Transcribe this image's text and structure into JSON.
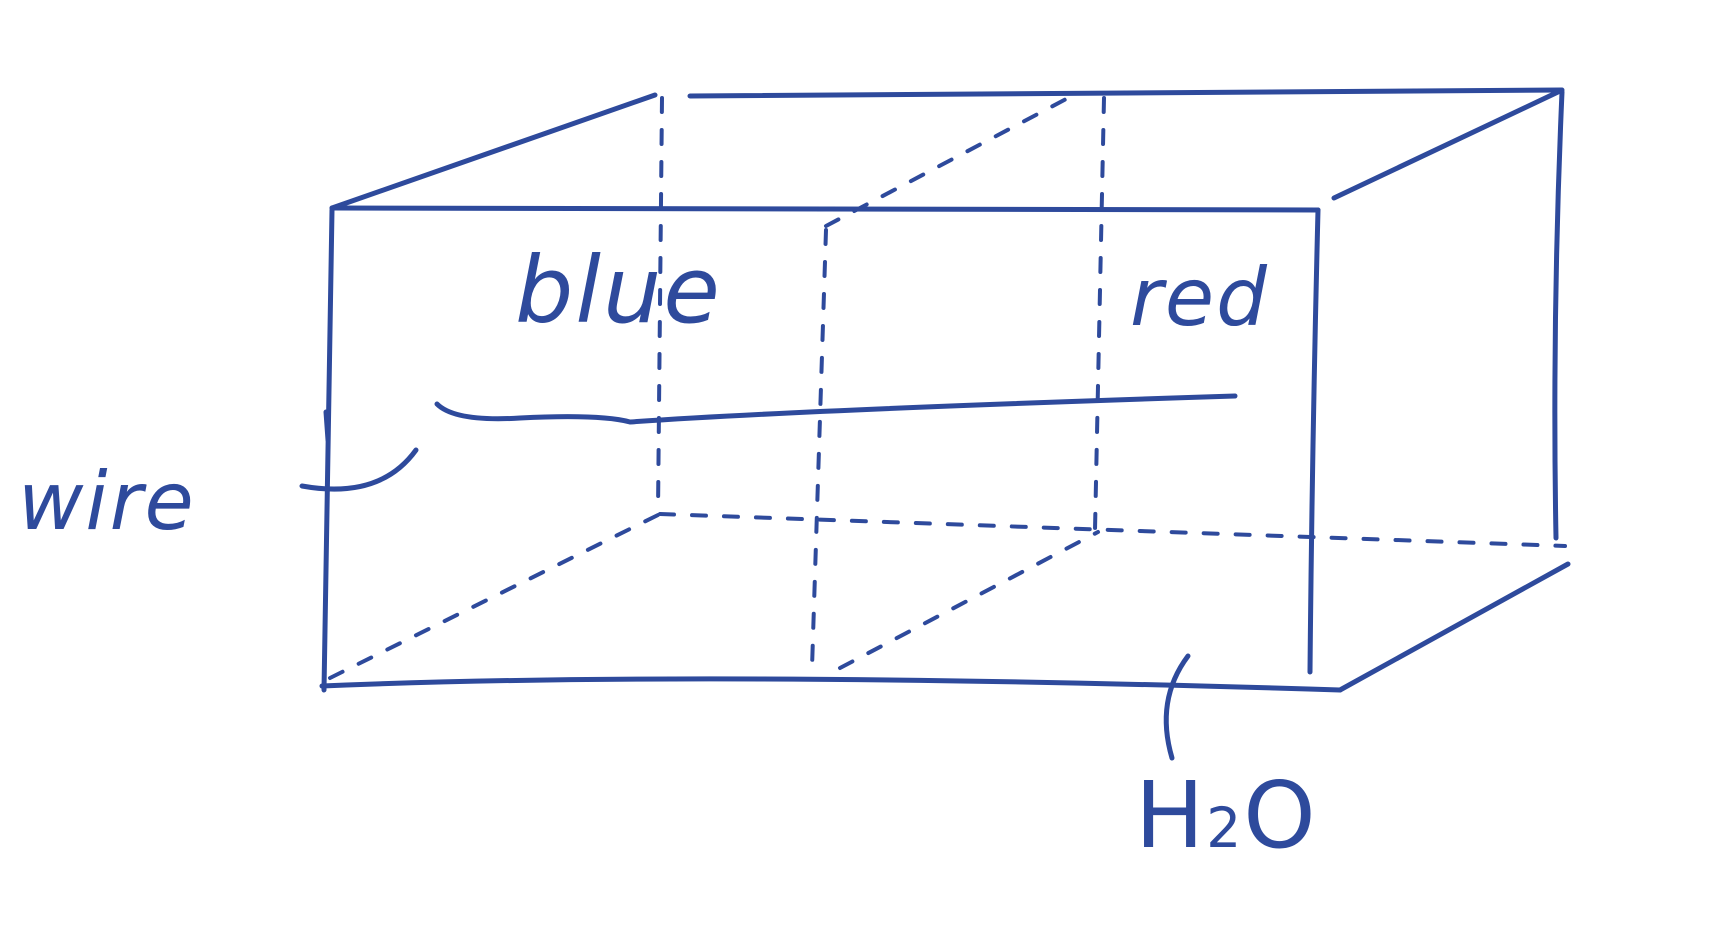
{
  "colors": {
    "ink": "#2e4a9c",
    "paper": "#ffffff"
  },
  "diagram": {
    "labels": {
      "blue": "blue",
      "red": "red",
      "wire": "wire",
      "h2o_H": "H",
      "h2o_sub": "2",
      "h2o_O": "O"
    }
  }
}
